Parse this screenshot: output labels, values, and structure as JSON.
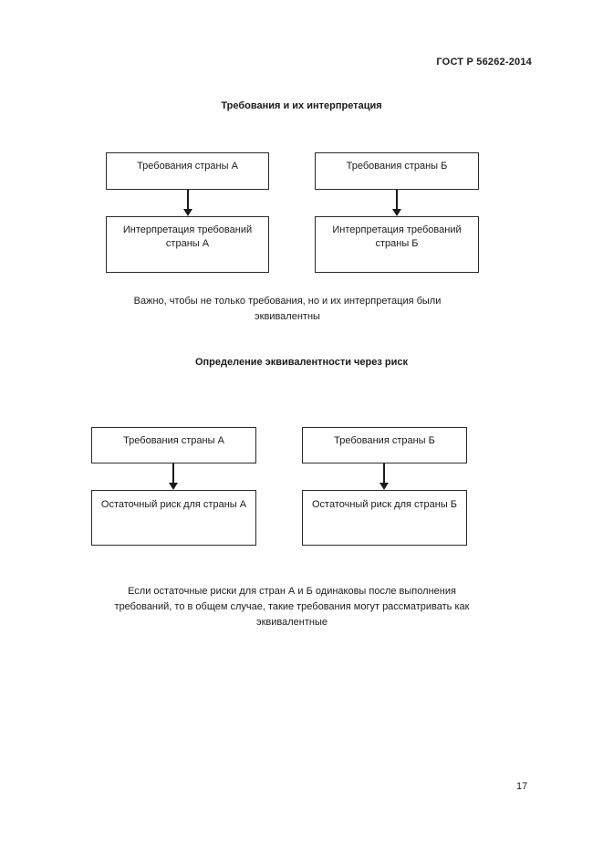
{
  "page": {
    "header": "ГОСТ Р 56262-2014",
    "page_number": "17"
  },
  "section1": {
    "title": "Требования и их интерпретация",
    "box_req_a": "Требования страны А",
    "box_req_b": "Требования страны Б",
    "box_interp_a": "Интерпретация требований страны А",
    "box_interp_b": "Интерпретация требований страны Б",
    "caption": "Важно, чтобы не только требования, но и их интерпретация были эквивалентны"
  },
  "section2": {
    "title": "Определение эквивалентности через риск",
    "box_req_a": "Требования страны А",
    "box_req_b": "Требования страны Б",
    "box_risk_a": "Остаточный риск для страны А",
    "box_risk_b": "Остаточный риск для страны Б",
    "caption": "Если остаточные риски для стран А и Б одинаковы после выполнения требований, то в общем случае, такие требования могут рассматривать как эквивалентные"
  }
}
